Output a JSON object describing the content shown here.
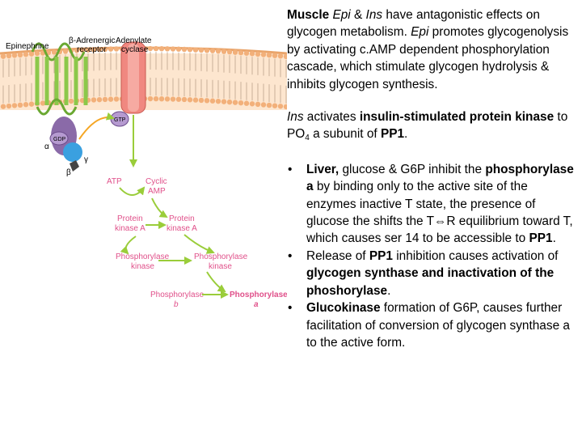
{
  "diagram": {
    "labels": {
      "epinephrine": "Epinephrine",
      "receptor_line1": "β-Adrenergic",
      "receptor_line2": "receptor",
      "cyclase_line1": "Adenylate",
      "cyclase_line2": "cyclase",
      "gtp": "GTP",
      "gdp": "GDP",
      "alpha": "α",
      "beta": "β",
      "gamma": "γ",
      "atp": "ATP",
      "camp_line1": "Cyclic",
      "camp_line2": "AMP",
      "pka_left_line1": "Protein",
      "pka_left_line2": "kinase A",
      "pka_right_line1": "Protein",
      "pka_right_line2": "kinase A",
      "phk_left_line1": "Phosphorylase",
      "phk_left_line2": "kinase",
      "phk_right_line1": "Phosphorylase",
      "phk_right_line2": "kinase",
      "phb_line1": "Phosphorylase",
      "phb_line2": "b",
      "pha_line1": "Phosphorylase",
      "pha_line2": "a"
    }
  },
  "text": {
    "p1": {
      "muscle": "Muscle",
      "epi1": "Epi",
      "amp1": " & ",
      "ins1": "Ins",
      "rest1": "  have  antagonistic effects on glycogen metabolism.  ",
      "epi2": "Epi",
      "rest2": " promotes glycogenolysis by activating c.AMP dependent phosphorylation cascade, which stimulate glycogen hydrolysis & inhibits glycogen synthesis."
    },
    "p2": {
      "ins": "Ins",
      "a": " activates ",
      "b": "insulin-stimulated protein kinase",
      "c": " to PO",
      "sub": "4",
      "d": " a subunit of ",
      "e": "PP1",
      "f": "."
    },
    "bullet_char": "•",
    "bullet1": {
      "a": "Liver,",
      "b": " glucose & G6P inhibit the ",
      "c": "phosphorylase a",
      "d": " by binding only to the active site of the enzymes inactive T state, the presence of glucose the shifts the T",
      "arrow": "⇔",
      "e": "R equilibrium toward T, which causes ser 14 to be accessible to ",
      "f": "PP1",
      "g": "."
    },
    "bullet2": {
      "a": "Release of ",
      "b": "PP1",
      "c": " inhibition causes activation of ",
      "d": "glycogen synthase and inactivation of the phoshorylase",
      "e": "."
    },
    "bullet3": {
      "a": "Glucokinase",
      "b": " formation of G6P, causes further facilitation of conversion of glycogen synthase a to the active form."
    }
  }
}
